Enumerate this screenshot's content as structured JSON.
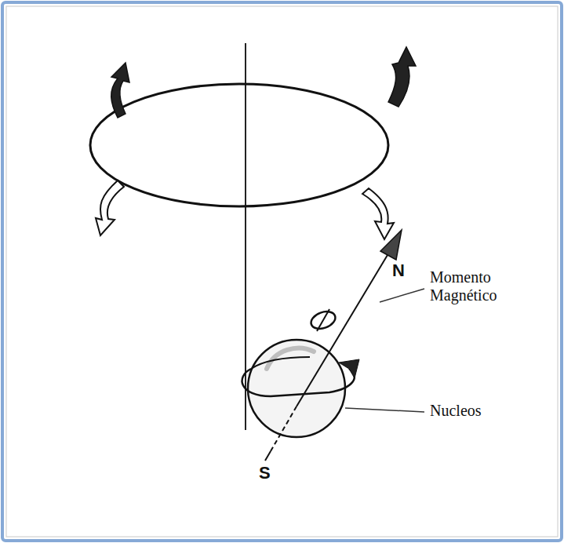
{
  "diagram": {
    "labels": [
      "N",
      "Momento Magnético",
      "Nucleos",
      "S"
    ]
  }
}
